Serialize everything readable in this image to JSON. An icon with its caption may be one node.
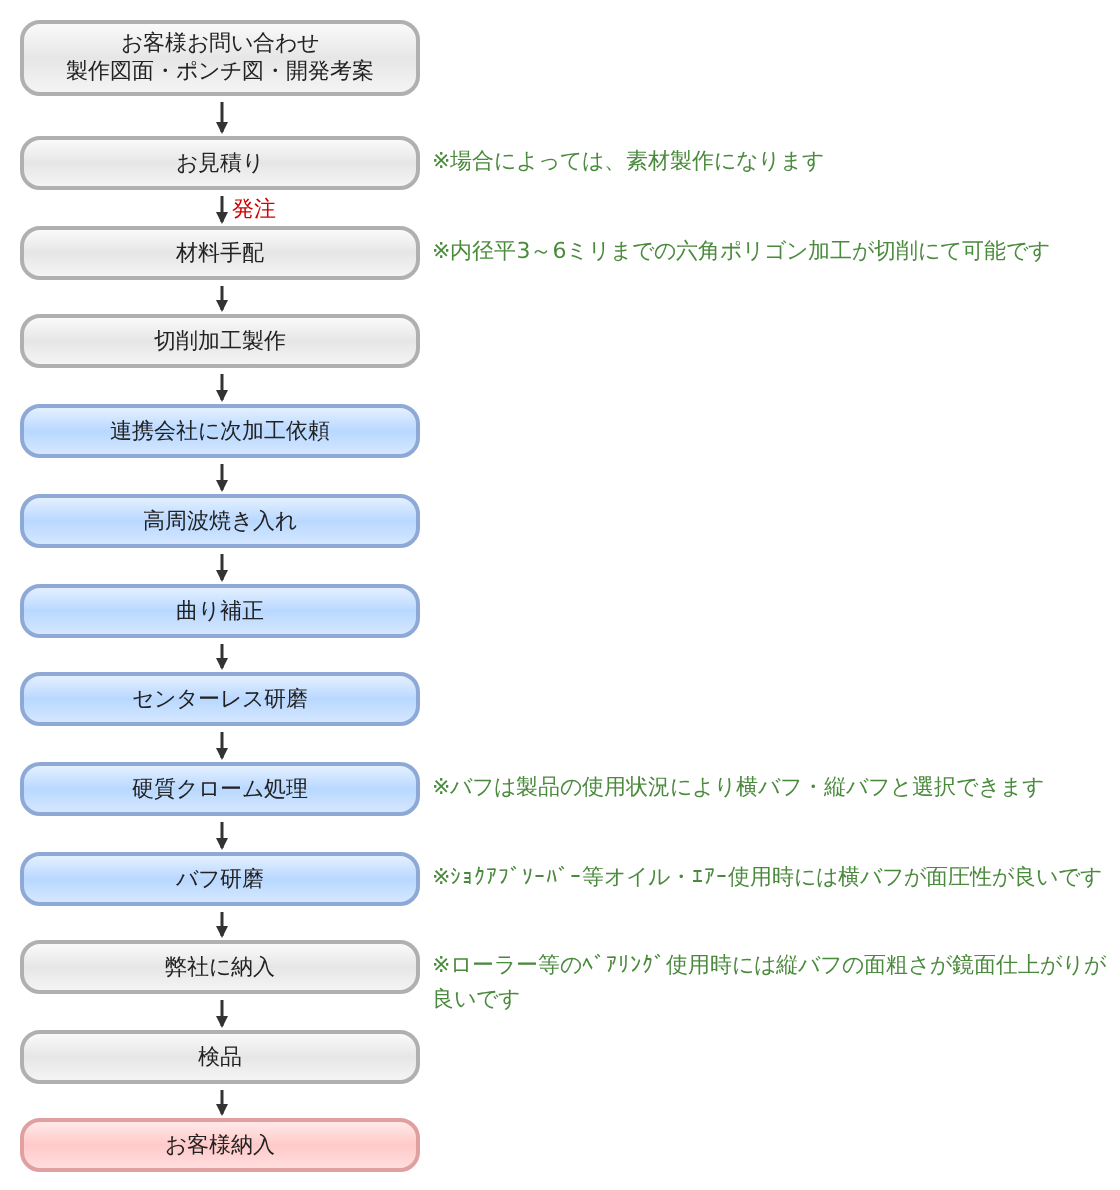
{
  "diagram": {
    "nodes": [
      {
        "text": [
          "お客様お問い合わせ",
          "製作図面・ポンチ図・開発考案"
        ]
      },
      {
        "text": [
          "お見積り"
        ],
        "beside": [
          "※場合によっては、素材製作になります"
        ]
      },
      {
        "text": [
          "材料手配"
        ],
        "beside": [
          "※内径平3～6ミリまでの六角ポリゴン加工が切削にて可能です"
        ]
      },
      {
        "text": [
          "切削加工製作"
        ]
      },
      {
        "text": [
          "連携会社に次加工依頼"
        ]
      },
      {
        "text": [
          "高周波焼き入れ"
        ]
      },
      {
        "text": [
          "曲り補正"
        ]
      },
      {
        "text": [
          "センターレス研磨"
        ]
      },
      {
        "text": [
          "硬質クローム処理"
        ],
        "beside": [
          "※バフは製品の使用状況により横バフ・縦バフと選択できます"
        ]
      },
      {
        "text": [
          "バフ研磨"
        ],
        "beside": [
          "※ｼｮｸｱﾌﾞｿｰﾊﾞｰ等オイル・ｴｱｰ使用時には横バフが面圧性が良いです"
        ]
      },
      {
        "text": [
          "弊社に納入"
        ],
        "beside": [
          "※ローラー等のﾍﾞｱﾘﾝｸﾞ使用時には縦バフの面粗さが鏡面仕上がりが良いです"
        ]
      },
      {
        "text": [
          "検品"
        ]
      },
      {
        "text": [
          "お客様納入"
        ]
      }
    ],
    "edges": [
      {
        "from": 0,
        "to": 1,
        "arrow": "to"
      },
      {
        "from": 1,
        "to": 2,
        "arrow": "to",
        "label": "発注"
      },
      {
        "from": 2,
        "to": 3,
        "arrow": "to"
      },
      {
        "from": 3,
        "to": 4,
        "arrow": "to"
      },
      {
        "from": 4,
        "to": 5,
        "arrow": "to"
      },
      {
        "from": 5,
        "to": 6,
        "arrow": "to"
      },
      {
        "from": 6,
        "to": 7,
        "arrow": "to"
      },
      {
        "from": 7,
        "to": 8,
        "arrow": "to"
      },
      {
        "from": 8,
        "to": 9,
        "arrow": "to"
      },
      {
        "from": 9,
        "to": 10,
        "arrow": "to"
      },
      {
        "from": 10,
        "to": 11,
        "arrow": "to"
      },
      {
        "from": 11,
        "to": 12,
        "arrow": "to"
      }
    ]
  }
}
